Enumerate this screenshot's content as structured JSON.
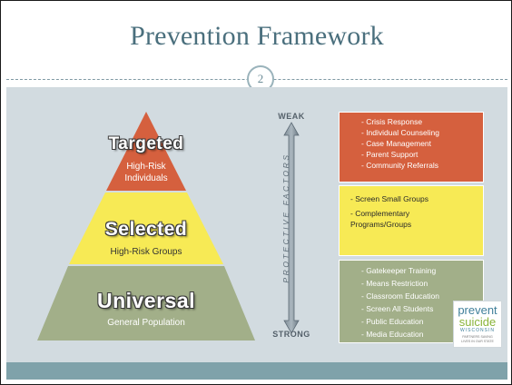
{
  "slide": {
    "title": "Prevention Framework",
    "page_number": "2"
  },
  "colors": {
    "targeted": "#d5603e",
    "selected": "#f7ea55",
    "universal": "#a2af89",
    "title": "#4a6f7d"
  },
  "pyramid": {
    "targeted": {
      "label": "Targeted",
      "sub_line1": "High-Risk",
      "sub_line2": "Individuals"
    },
    "selected": {
      "label": "Selected",
      "sub": "High-Risk Groups"
    },
    "universal": {
      "label": "Universal",
      "sub": "General Population"
    }
  },
  "arrow": {
    "top_label": "WEAK",
    "bottom_label": "STRONG",
    "side_label": "PROTECTIVE FACTORS"
  },
  "boxes": {
    "targeted_items": [
      "- Crisis Response",
      "- Individual Counseling",
      "- Case Management",
      "- Parent Support",
      "- Community Referrals"
    ],
    "selected_items": [
      "-  Screen Small Groups",
      "-  Complementary",
      "Programs/Groups"
    ],
    "universal_items": [
      "- Gatekeeper Training",
      "- Means Restriction",
      "- Classroom Education",
      "- Screen All Students",
      "- Public Education",
      "- Media Education"
    ]
  },
  "logo": {
    "line1": "prevent",
    "line2": "suicide",
    "line3": "WISCONSIN",
    "tagline1": "PARTNERS SAVING",
    "tagline2": "LIVES IN OUR STATE"
  }
}
